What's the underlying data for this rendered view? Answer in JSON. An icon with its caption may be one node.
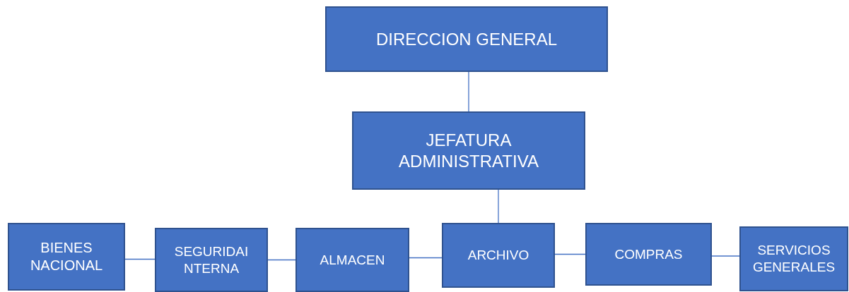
{
  "diagram": {
    "nodes": [
      {
        "text": [
          "DIRECCION GENERAL"
        ]
      },
      {
        "text": [
          "JEFATURA ADMINISTRATIVA"
        ]
      },
      {
        "text": [
          "BIENES NACIONAL"
        ]
      },
      {
        "text": [
          "SEGURIDAI NTERNA"
        ]
      },
      {
        "text": [
          "ALMACEN"
        ]
      },
      {
        "text": [
          "ARCHIVO"
        ]
      },
      {
        "text": [
          "COMPRAS"
        ]
      },
      {
        "text": [
          "SERVICIOS GENERALES"
        ]
      }
    ],
    "edges": [
      {
        "from": 0,
        "to": 1,
        "arrow": "none"
      },
      {
        "from": 1,
        "to": 5,
        "arrow": "none"
      },
      {
        "from": 2,
        "to": 3,
        "arrow": "none"
      },
      {
        "from": 3,
        "to": 4,
        "arrow": "none"
      },
      {
        "from": 4,
        "to": 5,
        "arrow": "none"
      },
      {
        "from": 5,
        "to": 6,
        "arrow": "none"
      },
      {
        "from": 6,
        "to": 7,
        "arrow": "none"
      }
    ]
  }
}
